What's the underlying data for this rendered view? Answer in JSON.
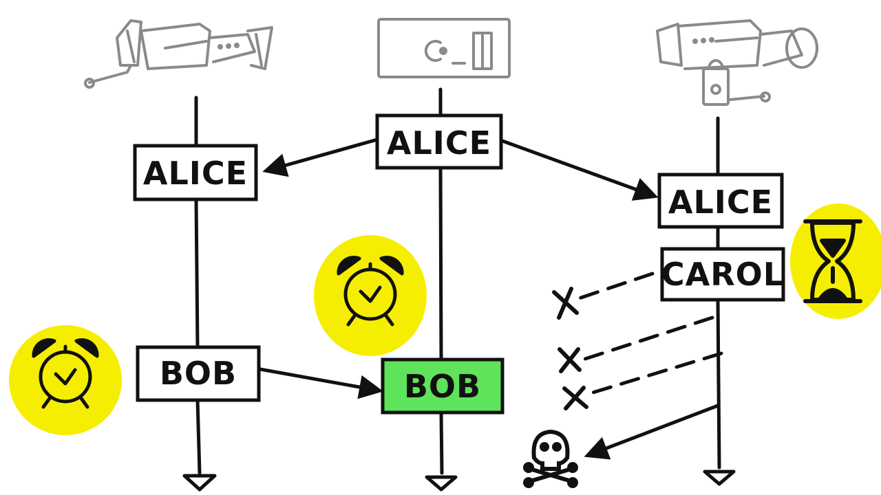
{
  "colors": {
    "ink": "#111111",
    "device": "#8a8a8a",
    "highlight": "#f6ee00",
    "applied": "#5ee35a",
    "paper": "#ffffff"
  },
  "nodes": [
    {
      "device_icon": "satellite-icon",
      "role": "left"
    },
    {
      "device_icon": "server-icon",
      "role": "center"
    },
    {
      "device_icon": "satellite-locked-icon",
      "role": "right"
    }
  ],
  "messages": {
    "alice_center": "ALICE",
    "alice_left": "ALICE",
    "alice_right": "ALICE",
    "carol_right": "CAROL",
    "bob_left": "BOB",
    "bob_center": "BOB"
  },
  "markers": {
    "timer_left": "alarm-clock-icon",
    "timer_center": "alarm-clock-icon",
    "timeout_right": "hourglass-icon",
    "dropped": "cross-icon",
    "dead": "skull-and-crossbones-icon"
  }
}
